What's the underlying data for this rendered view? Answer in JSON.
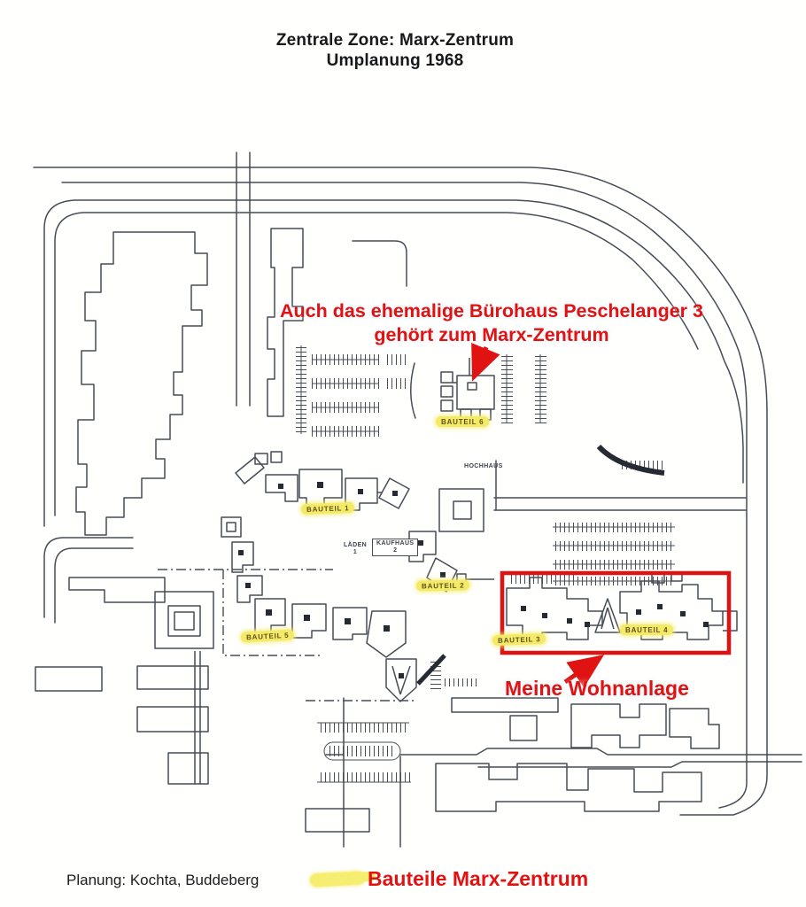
{
  "title": {
    "line1": "Zentrale Zone: Marx-Zentrum",
    "line2": "Umplanung 1968"
  },
  "annotations": {
    "peschelanger_line1": "Auch das ehemalige Bürohaus Peschelanger 3",
    "peschelanger_line2": "gehört zum Marx-Zentrum",
    "wohnanlage": "Meine Wohnanlage"
  },
  "map_labels": {
    "bauteil1": "BAUTEIL 1",
    "bauteil2": "BAUTEIL 2",
    "bauteil3": "BAUTEIL 3",
    "bauteil4": "BAUTEIL 4",
    "bauteil5": "BAUTEIL 5",
    "bauteil6": "BAUTEIL 6",
    "hochhaus": "HOCHHAUS",
    "laeden_line1": "LÄDEN",
    "laeden_line2": "1",
    "kaufhaus_line1": "KAUFHAUS",
    "kaufhaus_line2": "2"
  },
  "legend": {
    "planner": "Planung: Kochta, Buddeberg",
    "bauteile_label": "Bauteile Marx-Zentrum"
  },
  "colors": {
    "annotation_red": "#e01212",
    "highlight_yellow": "#f4ea67",
    "plan_line": "#474c55",
    "core_black": "#262b33"
  }
}
